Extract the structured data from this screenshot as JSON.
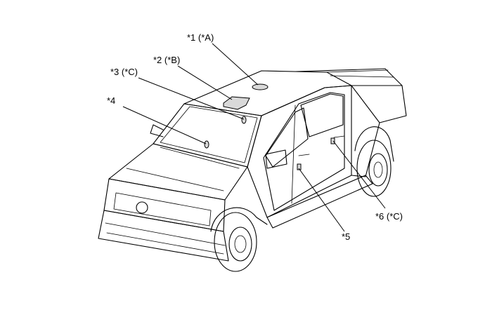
{
  "callouts": {
    "c1": "*1 (*A)",
    "c2": "*2 (*B)",
    "c3": "*3 (*C)",
    "c4": "*4",
    "c5": "*5",
    "c6": "*6 (*C)"
  }
}
